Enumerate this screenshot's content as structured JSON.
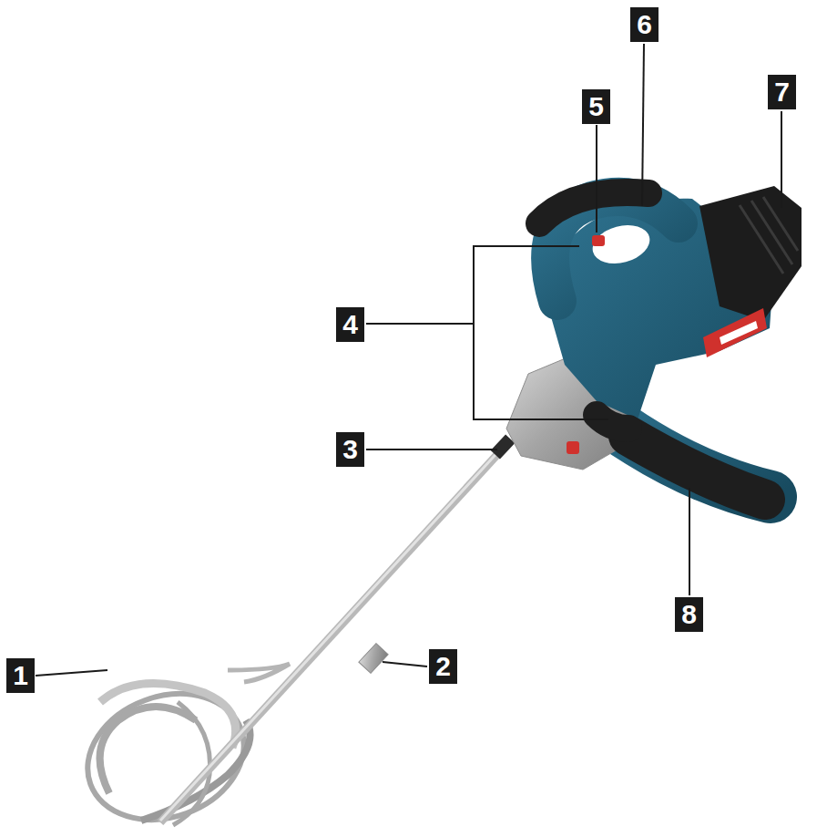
{
  "diagram": {
    "labels": [
      "6",
      "7",
      "5",
      "4",
      "3",
      "8",
      "2",
      "1"
    ]
  }
}
